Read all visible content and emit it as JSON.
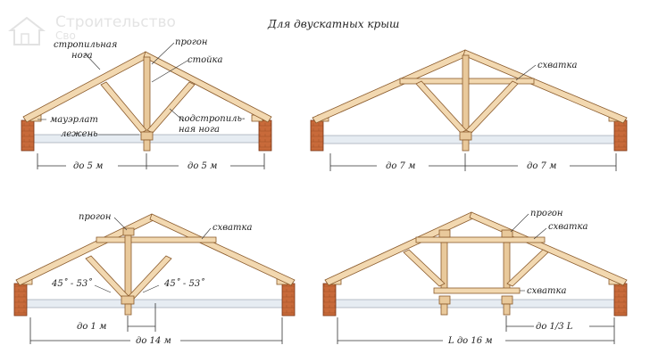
{
  "title": "Для двускатных крыш",
  "watermark": {
    "brand": "Строительство",
    "sub": "Сво"
  },
  "colors": {
    "timber": "#f2d8b0",
    "timber_stroke": "#8a5a2b",
    "wall": "#c86a3a",
    "ceiling": "#e6ecf2"
  },
  "diagram1": {
    "labels": {
      "rafter": [
        "стропильная",
        "нога"
      ],
      "purlin": "прогон",
      "post": "стойка",
      "mauerlat": "мауэрлат",
      "lezhen": "лежень",
      "strut": [
        "подстропиль-",
        "ная нога"
      ]
    },
    "dims": [
      "до 5 м",
      "до 5 м"
    ]
  },
  "diagram2": {
    "labels": {
      "tie": "схватка"
    },
    "dims": [
      "до 7 м",
      "до 7 м"
    ]
  },
  "diagram3": {
    "labels": {
      "purlin": "прогон",
      "tie": "схватка",
      "angle_left": "45˚ - 53˚",
      "angle_right": "45˚ - 53˚"
    },
    "dims": [
      "до 1 м",
      "до 14 м"
    ]
  },
  "diagram4": {
    "labels": {
      "purlin": "прогон",
      "tie_top": "схватка",
      "tie_bottom": "схватка"
    },
    "dims": [
      "L до 16 м",
      "до 1/3 L"
    ]
  }
}
